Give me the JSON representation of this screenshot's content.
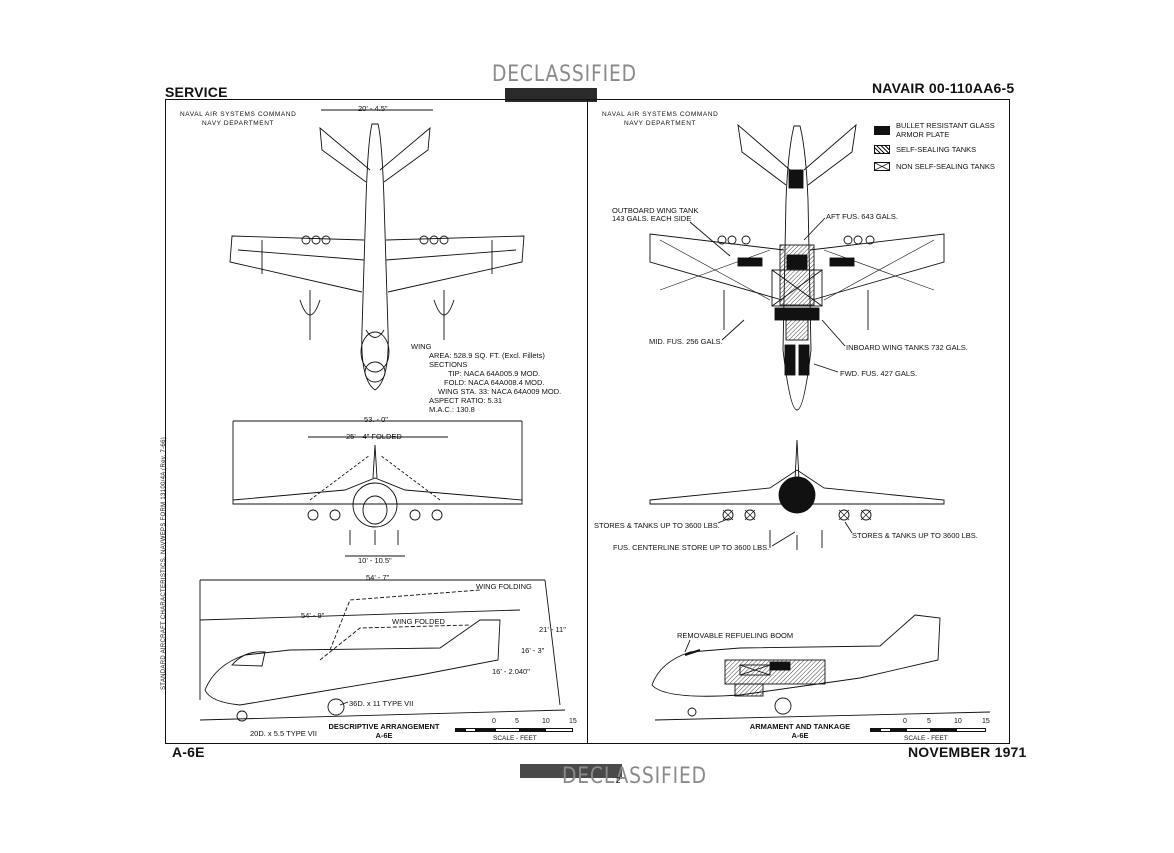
{
  "header": {
    "left": "SERVICE",
    "right": "NAVAIR 00-110AA6-5",
    "stamp_top": "DECLASSIFIED",
    "stamp_bottom": "DECLASSIFIED"
  },
  "footer": {
    "left": "A-6E",
    "right": "NOVEMBER 1971",
    "page_number": "2"
  },
  "side_note": "STANDARD AIRCRAFT CHARACTERISTICS, NAVWEPS FORM 13100/4A (Rev. 7-66)",
  "left_panel": {
    "org_line1": "NAVAL AIR SYSTEMS COMMAND",
    "org_line2": "NAVY DEPARTMENT",
    "tail_span": "20' - 4.5\"",
    "wing_label": "WING",
    "wing_specs": [
      "AREA:  528.9 SQ. FT. (Excl. Fillets)",
      "SECTIONS",
      "TIP:  NACA 64A005.9 MOD.",
      "FOLD:  NACA 64A008.4 MOD.",
      "WING STA. 33:  NACA 64A009 MOD.",
      "ASPECT RATIO: 5.31",
      "M.A.C.:  130.8"
    ],
    "span": "53. - 0\"",
    "folded_span": "25' - 4\" FOLDED",
    "gear_track": "10' - 10.5\"",
    "length": "54' - 7\"",
    "length_folded": "54' - 9\"",
    "wing_folding": "WING FOLDING",
    "wing_folded": "WING FOLDED",
    "height_max": "21' - 11\"",
    "height_fold": "16' - 3\"",
    "height_tail": "16' - 2.040\"",
    "main_tire": "36D. x 11 TYPE VII",
    "nose_tire": "20D. x 5.5 TYPE VII",
    "caption_line1": "DESCRIPTIVE ARRANGEMENT",
    "caption_line2": "A-6E",
    "scale_ticks": [
      "0",
      "5",
      "10",
      "15"
    ],
    "scale_label": "SCALE - FEET"
  },
  "right_panel": {
    "org_line1": "NAVAL AIR SYSTEMS COMMAND",
    "org_line2": "NAVY DEPARTMENT",
    "legend": [
      {
        "label": "BULLET RESISTANT GLASS ARMOR PLATE",
        "style": "solid"
      },
      {
        "label": "SELF-SEALING TANKS",
        "style": "hatched"
      },
      {
        "label": "NON SELF-SEALING TANKS",
        "style": "crossed"
      }
    ],
    "outboard_tank": "OUTBOARD WING TANK",
    "outboard_tank2": "143 GALS. EACH SIDE",
    "aft_fus": "AFT FUS. 643 GALS.",
    "mid_fus": "MID. FUS. 256 GALS.",
    "inboard": "INBOARD WING TANKS 732 GALS.",
    "fwd_fus": "FWD. FUS. 427 GALS.",
    "stores_left": "STORES & TANKS UP TO 3600 LBS.",
    "stores_right": "STORES & TANKS UP TO 3600 LBS.",
    "centerline": "FUS. CENTERLINE STORE UP TO 3600 LBS.",
    "boom": "REMOVABLE REFUELING BOOM",
    "caption_line1": "ARMAMENT AND TANKAGE",
    "caption_line2": "A-6E",
    "scale_ticks": [
      "0",
      "5",
      "10",
      "15"
    ],
    "scale_label": "SCALE - FEET"
  }
}
